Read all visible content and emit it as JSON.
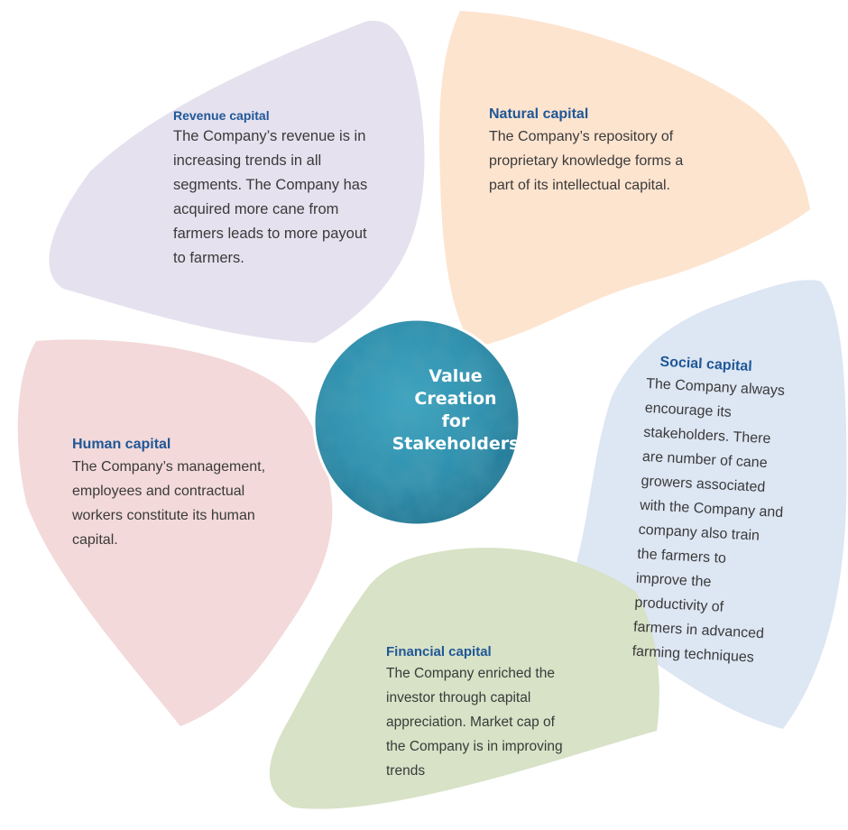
{
  "colors": {
    "revenue_fill": "#e5e1ee",
    "natural_fill": "#fde4cf",
    "social_fill": "#dde6f3",
    "financial_fill": "#d7e2c6",
    "human_fill": "#f3d9d9",
    "center_fill": "#2a8fae",
    "title_color": "#1f5797",
    "body_color": "#3a3a3a"
  },
  "center": {
    "label": "Value\nCreation\nfor\nStakeholders"
  },
  "capitals": {
    "revenue": {
      "title": "Revenue capital",
      "body": "The Company’s revenue is in\nincreasing trends in all\nsegments.  The Company has\nacquired more cane from\nfarmers leads to more payout\nto farmers."
    },
    "natural": {
      "title": "Natural capital",
      "body": "The Company’s repository of\nproprietary knowledge forms a\npart of its intellectual capital."
    },
    "social": {
      "title": "Social capital",
      "body": "The Company always\nencourage its\nstakeholders. There\nare number of cane\ngrowers associated\nwith the Company and\ncompany also train\nthe farmers to\nimprove the\nproductivity of\nfarmers in advanced\nfarming techniques"
    },
    "financial": {
      "title": "Financial capital",
      "body": "The Company enriched the\ninvestor through capital\nappreciation. Market cap of\nthe Company is in improving\ntrends"
    },
    "human": {
      "title": "Human capital",
      "body": "The Company’s management,\nemployees and contractual\nworkers constitute its human\ncapital."
    }
  }
}
